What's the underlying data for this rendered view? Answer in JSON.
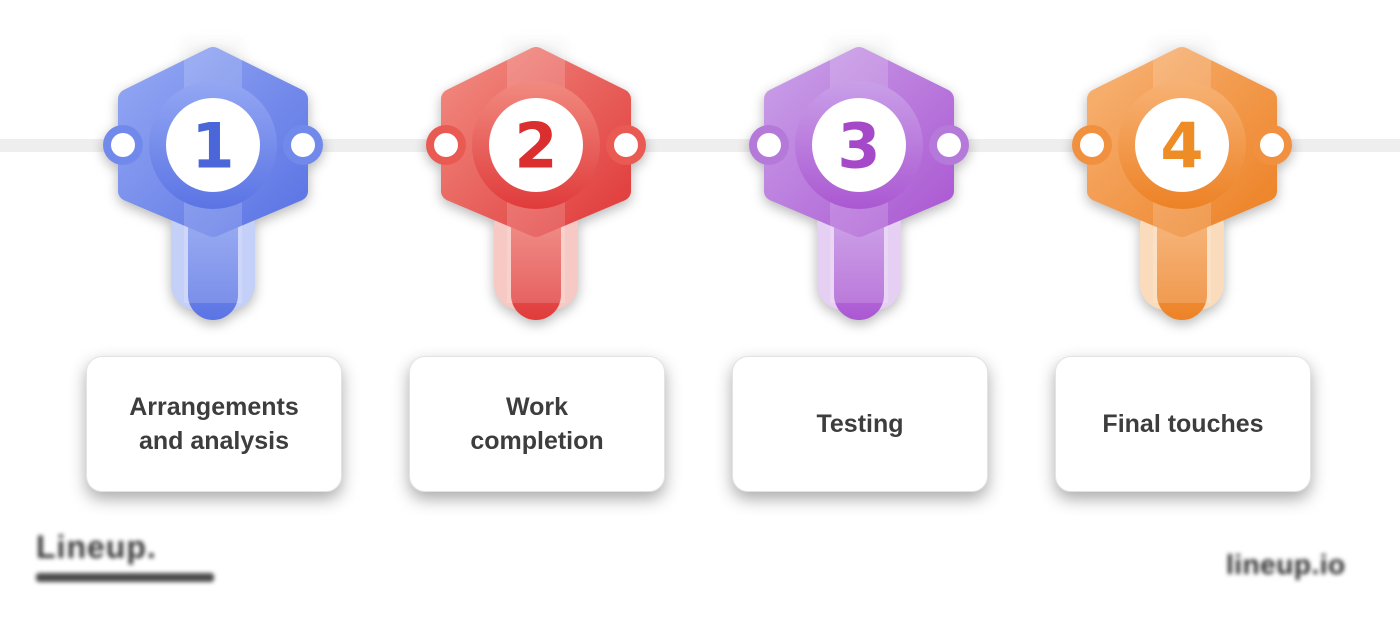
{
  "timeline": {
    "line_color": "#eeeeee"
  },
  "steps": [
    {
      "number": "1",
      "title_line1": "Arrangements",
      "title_line2": "and analysis",
      "colors": {
        "light": "#93a7f3",
        "main": "#7289ec",
        "deep": "#5b74e4",
        "number": "#4a66d8",
        "tint": "#c5d0f8"
      }
    },
    {
      "number": "2",
      "title_line1": "Work",
      "title_line2": "completion",
      "colors": {
        "light": "#f18a80",
        "main": "#e95a52",
        "deep": "#e03b3b",
        "number": "#da2f2e",
        "tint": "#f7c9c4"
      }
    },
    {
      "number": "3",
      "title_line1": "Testing",
      "title_line2": "",
      "colors": {
        "light": "#c99fe8",
        "main": "#b579da",
        "deep": "#ab58d2",
        "number": "#a649c8",
        "tint": "#e5d0f3"
      }
    },
    {
      "number": "4",
      "title_line1": "Final touches",
      "title_line2": "",
      "colors": {
        "light": "#f7b274",
        "main": "#f19140",
        "deep": "#ed8226",
        "number": "#ee8d25",
        "tint": "#fadcbc"
      }
    }
  ],
  "watermarks": {
    "left_title": "Lineup.",
    "right_text": "lineup.io"
  }
}
